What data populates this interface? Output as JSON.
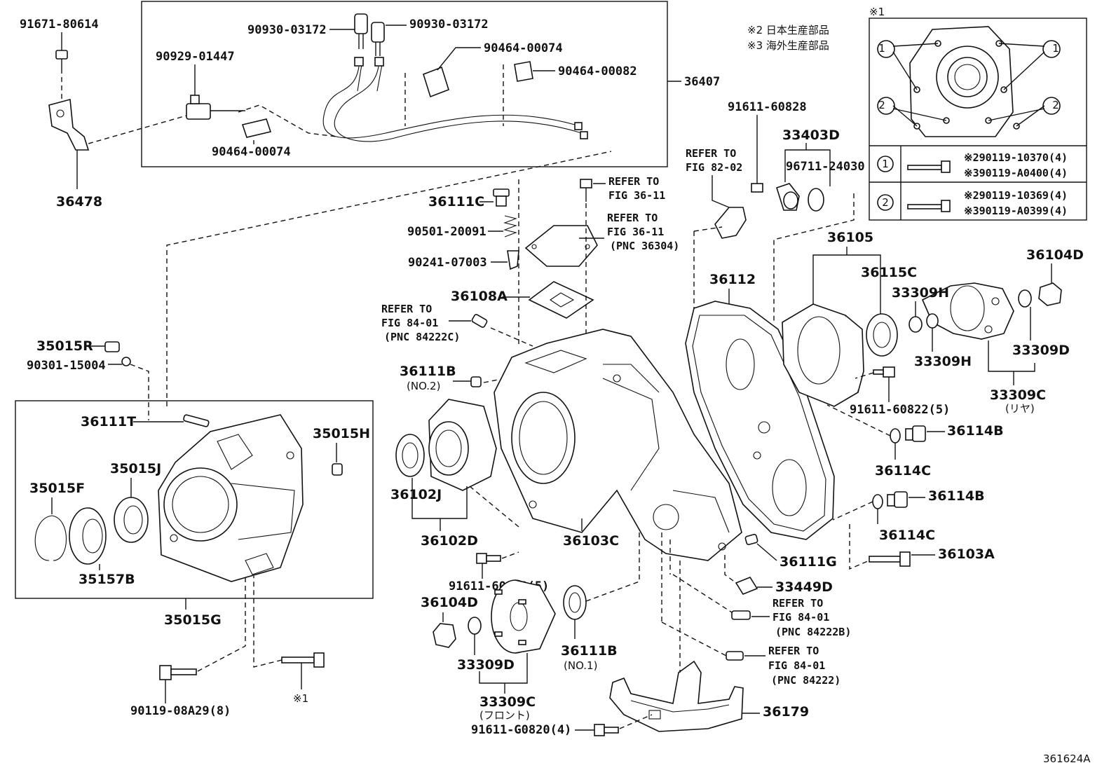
{
  "notes": {
    "note1": "※1",
    "note2": "※2 日本生産部品",
    "note3": "※3 海外生産部品"
  },
  "figure_id": "361624A",
  "inset": {
    "rows": [
      {
        "marker": "1",
        "parts": [
          "※290119-10370(4)",
          "※390119-A0400(4)"
        ]
      },
      {
        "marker": "2",
        "parts": [
          "※290119-10369(4)",
          "※390119-A0399(4)"
        ]
      }
    ]
  },
  "labels": {
    "p91671_80614": "91671-80614",
    "p90930_03172_a": "90930-03172",
    "p90930_03172_b": "90930-03172",
    "p90929_01447": "90929-01447",
    "p90464_00074_a": "90464-00074",
    "p90464_00082": "90464-00082",
    "p90464_00074_b": "90464-00074",
    "p36407": "36407",
    "p36478": "36478",
    "p36111C": "36111C",
    "p90501_20091": "90501-20091",
    "p90241_07003": "90241-07003",
    "p36108A": "36108A",
    "refer_36_11_a": "REFER TO",
    "refer_36_11_a2": "FIG 36-11",
    "refer_36_11_b": "REFER TO",
    "refer_36_11_b2": "FIG 36-11",
    "refer_36_11_b3": "(PNC 36304)",
    "refer_84_01_a": "REFER TO",
    "refer_84_01_a2": "FIG 84-01",
    "refer_84_01_a3": "(PNC 84222C)",
    "refer_82_02": "REFER TO",
    "refer_82_02b": "FIG 82-02",
    "p91611_60828": "91611-60828",
    "p33403D": "33403D",
    "p96711_24030": "96711-24030",
    "p35015R": "35015R",
    "p90301_15004": "90301-15004",
    "p36111B_2": "36111B",
    "p36111B_2n": "(NO.2)",
    "p36111T": "36111T",
    "p35015H": "35015H",
    "p35015J": "35015J",
    "p35015F": "35015F",
    "p35157B": "35157B",
    "p35015G": "35015G",
    "p36102J": "36102J",
    "p36102D": "36102D",
    "p36103C": "36103C",
    "p36112": "36112",
    "p36105": "36105",
    "p36115C": "36115C",
    "p36104D_r": "36104D",
    "p33309H_a": "33309H",
    "p33309H_b": "33309H",
    "p33309D_r": "33309D",
    "p33309C_r": "33309C",
    "p33309C_r_jp": "(リヤ)",
    "p91611_60822_r": "91611-60822(5)",
    "p36114B_a": "36114B",
    "p36114C_a": "36114C",
    "p36114B_b": "36114B",
    "p36114C_b": "36114C",
    "p36103A": "36103A",
    "p36111G": "36111G",
    "p33449D": "33449D",
    "refer_84_01_b": "REFER TO",
    "refer_84_01_b2": "FIG 84-01",
    "refer_84_01_b3": "(PNC 84222B)",
    "refer_84_01_c": "REFER TO",
    "refer_84_01_c2": "FIG 84-01",
    "refer_84_01_c3": "(PNC 84222)",
    "p91611_60822_l": "91611-60822(5)",
    "p36104D_l": "36104D",
    "p33309D_l": "33309D",
    "p33309C_l": "33309C",
    "p33309C_l_jp": "(フロント)",
    "p36111B_1": "36111B",
    "p36111B_1n": "(NO.1)",
    "p36179": "36179",
    "p91611_G0820": "91611-G0820(4)",
    "p90119_08A29": "90119-08A29(8)",
    "p_note1_bottom": "※1"
  }
}
